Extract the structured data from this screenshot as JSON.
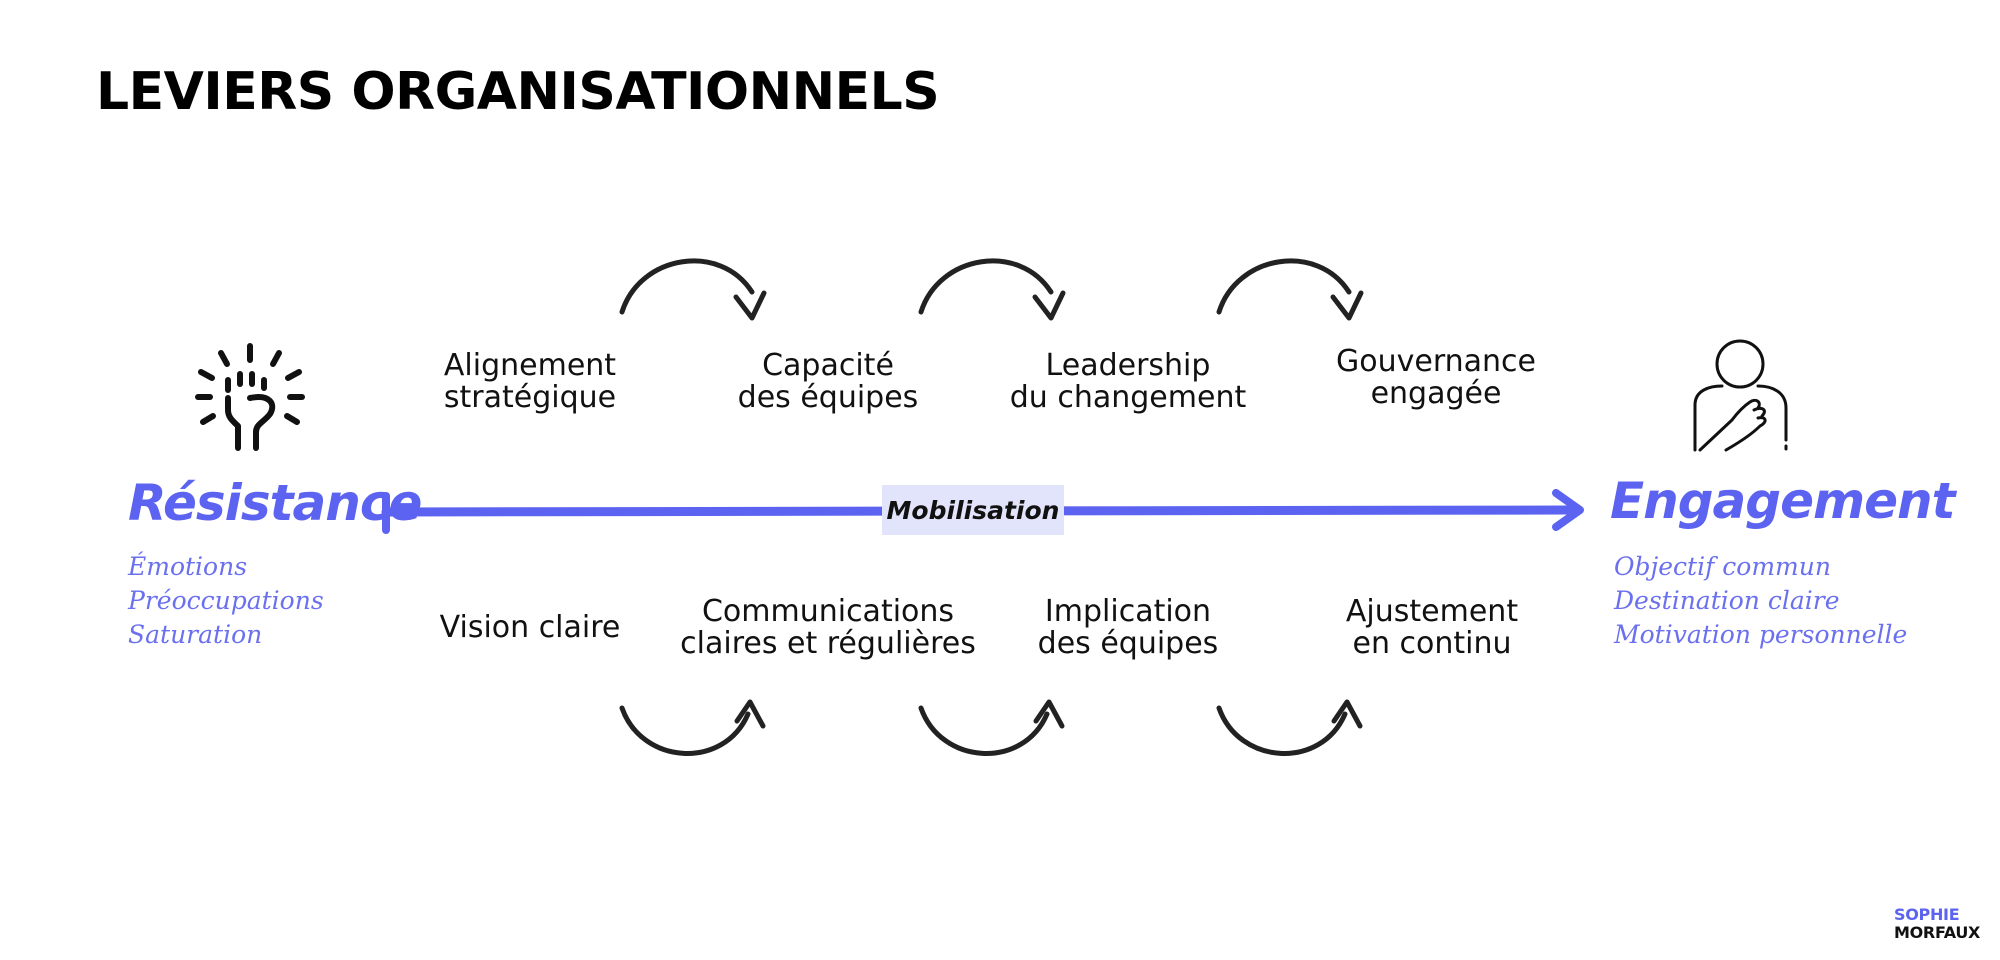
{
  "title": "LEVIERS ORGANISATIONNELS",
  "colors": {
    "accent": "#5b63f0",
    "badge_bg": "#e2e4fb",
    "text": "#111111"
  },
  "axis": {
    "label": "Mobilisation"
  },
  "left_pole": {
    "label": "Résistance",
    "icon": "raised-fist-icon",
    "notes": [
      "Émotions",
      "Préoccupations",
      "Saturation"
    ]
  },
  "right_pole": {
    "label": "Engagement",
    "icon": "person-hand-on-heart-icon",
    "notes": [
      "Objectif commun",
      "Destination claire",
      "Motivation personnelle"
    ]
  },
  "levers_top": [
    {
      "line1": "Alignement",
      "line2": "stratégique"
    },
    {
      "line1": "Capacité",
      "line2": "des équipes"
    },
    {
      "line1": "Leadership",
      "line2": "du changement"
    },
    {
      "line1": "Gouvernance",
      "line2": "engagée"
    }
  ],
  "levers_bottom": [
    {
      "line1": "Vision claire",
      "line2": ""
    },
    {
      "line1": "Communications",
      "line2": "claires et régulières"
    },
    {
      "line1": "Implication",
      "line2": "des équipes"
    },
    {
      "line1": "Ajustement",
      "line2": "en continu"
    }
  ],
  "brand": {
    "line1": "SOPHIE",
    "line2": "MORFAUX"
  }
}
